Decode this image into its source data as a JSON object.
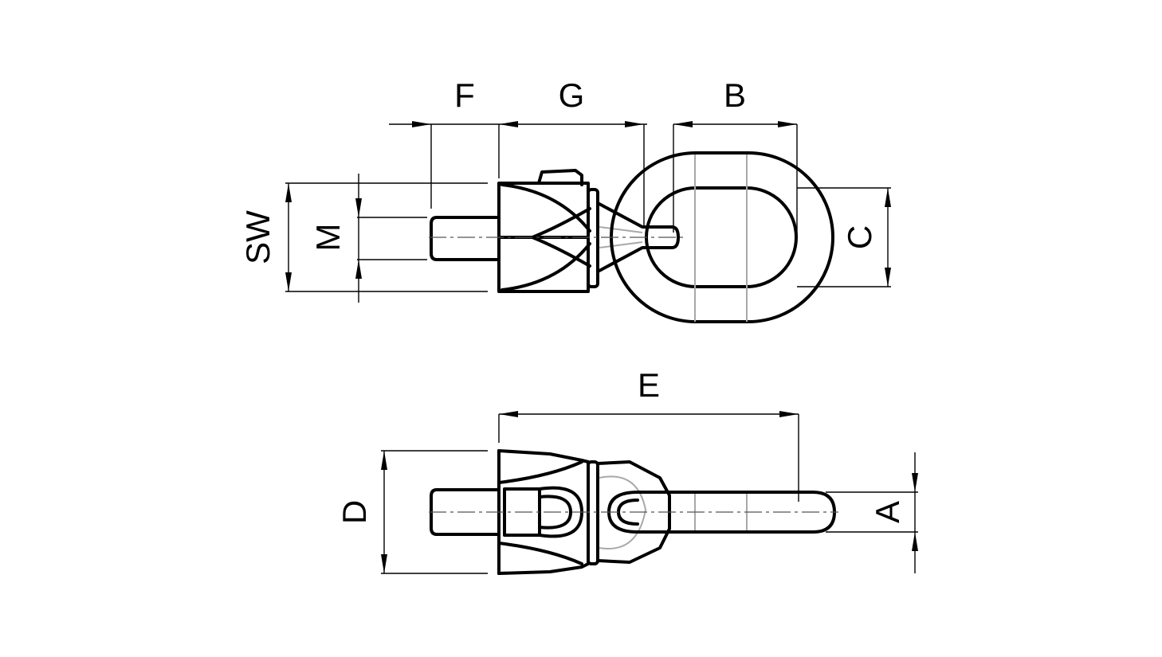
{
  "labels": {
    "F": "F",
    "G": "G",
    "B": "B",
    "SW": "SW",
    "M": "M",
    "C": "C",
    "E": "E",
    "D": "D",
    "A": "A"
  },
  "colors": {
    "outline": "#000000",
    "hidden_detail": "#a8a8a8",
    "background": "#ffffff"
  }
}
